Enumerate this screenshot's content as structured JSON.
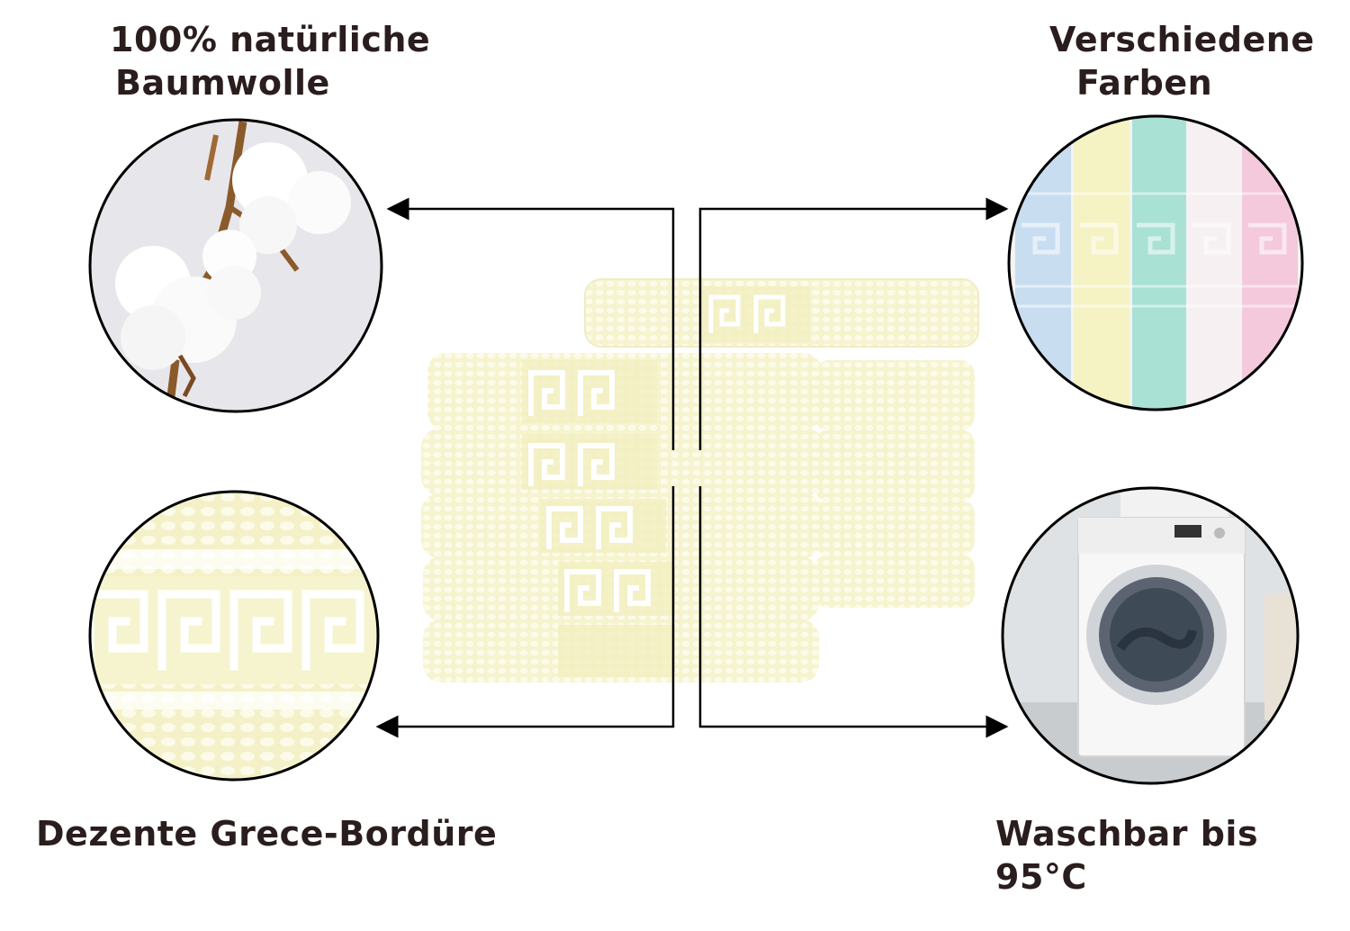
{
  "features": {
    "cotton": {
      "line1": "100% natürliche",
      "line2": "Baumwolle"
    },
    "colors": {
      "line1": "Verschiedene",
      "line2": "Farben"
    },
    "border": {
      "text": "Dezente Grece-Bordüre"
    },
    "wash": {
      "text": "Waschbar bis 95°C"
    }
  },
  "product": {
    "towel_color": "#f8f6d6",
    "stack_left_count": 5,
    "stack_right_count": 5
  },
  "swatches": [
    "#c9ddf0",
    "#f5f3c4",
    "#a9e1d4",
    "#f7f0f3",
    "#f4c9dc"
  ],
  "colors": {
    "text": "#2a1d1d",
    "line": "#000000",
    "circle_stroke": "#000000"
  }
}
